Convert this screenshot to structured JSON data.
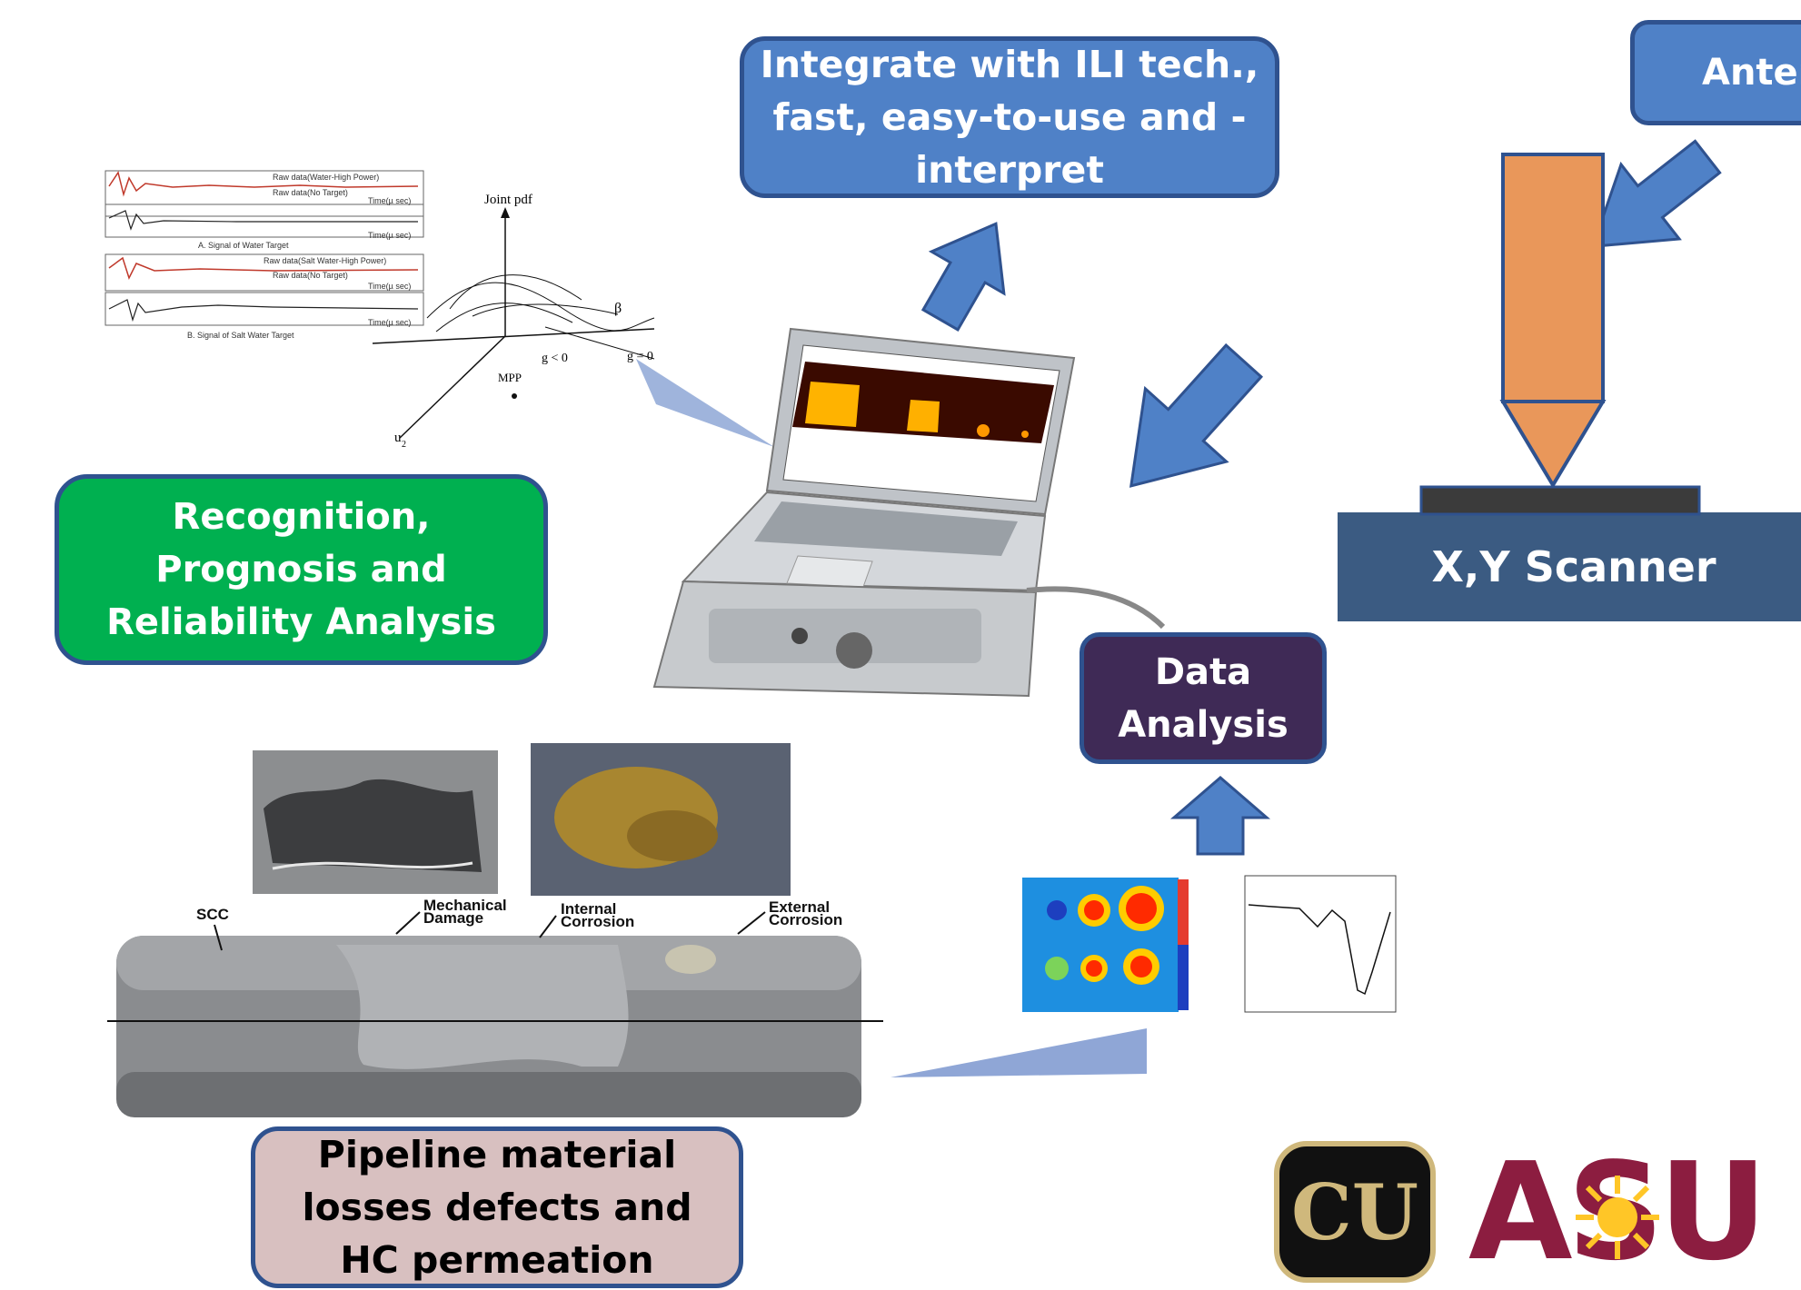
{
  "boxes": {
    "integrate": "Integrate with ILI tech.,\nfast, easy-to-use and -\ninterpret",
    "antenna": "Anter",
    "recognition": "Recognition,\nPrognosis and\nReliability Analysis",
    "scanner": "X,Y Scanner",
    "data_analysis": "Data\nAnalysis",
    "pipeline": "Pipeline material\nlosses defects and\nHC permeation"
  },
  "pipe_labels": {
    "scc": "SCC",
    "mechanical": "Mechanical\nDamage",
    "internal": "Internal\nCorrosion",
    "external": "External\nCorrosion"
  },
  "signal_plot": {
    "legend": [
      "Raw data(Water-High Power)",
      "Raw data(No Target)",
      "Raw data(Salt Water-High Power)",
      "Raw data(No Target)"
    ],
    "caption_a": "A. Signal of Water Target",
    "caption_b": "B. Signal of Salt Water Target",
    "x_unit": "Time(µ sec)"
  },
  "pdf_plot": {
    "title": "Joint pdf",
    "mpp": "MPP",
    "g_lt": "g < 0",
    "g_eq": "g = 0",
    "beta": "β",
    "u2": "u",
    "u2_sub": "2"
  },
  "logos": {
    "cu": "CU",
    "asu": "ASU"
  },
  "colors": {
    "blue_box": "#4f81c7",
    "blue_border": "#2f528f",
    "green_box": "#00b050",
    "scanner": "#3b5b82",
    "data_box": "#3f2a56",
    "pink_box": "#d8c0c0",
    "antenna": "#e9975a",
    "cu_gold": "#cfb87c",
    "asu_maroon": "#8c1d40",
    "asu_gold": "#ffc627"
  }
}
